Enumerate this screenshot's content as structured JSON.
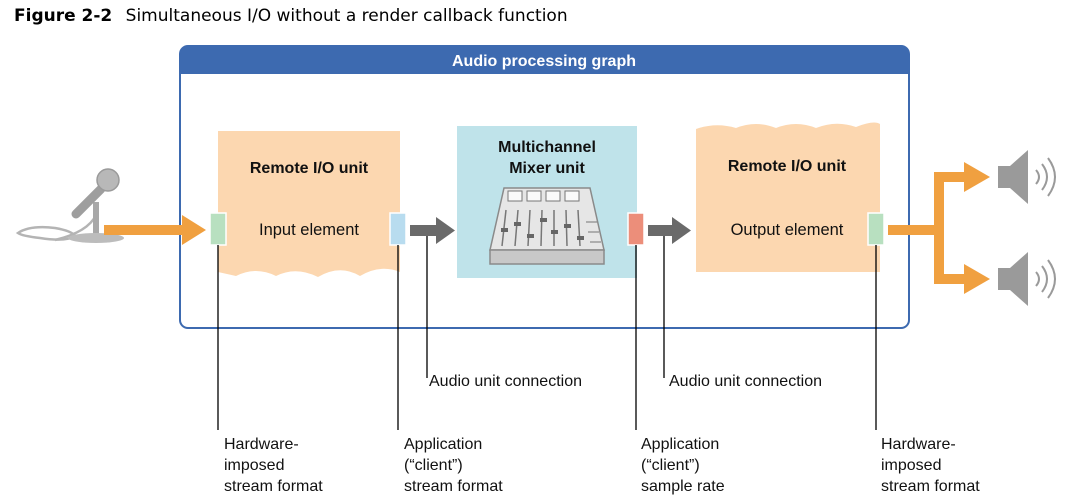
{
  "caption": {
    "figure_number": "Figure 2-2",
    "title": "Simultaneous I/O without a render callback function"
  },
  "graph": {
    "title": "Audio processing graph"
  },
  "input_unit": {
    "title": "Remote I/O unit",
    "element": "Input element"
  },
  "mixer_unit": {
    "title_line1": "Multichannel",
    "title_line2": "Mixer unit"
  },
  "output_unit": {
    "title": "Remote I/O unit",
    "element": "Output element"
  },
  "connections": {
    "first": "Audio unit connection",
    "second": "Audio unit connection"
  },
  "annotations": {
    "hw_in": [
      "Hardware-",
      "imposed",
      "stream format"
    ],
    "client_format": [
      "Application",
      "(“client”)",
      "stream format"
    ],
    "client_rate": [
      "Application",
      "(“client”)",
      "sample rate"
    ],
    "hw_out": [
      "Hardware-",
      "imposed",
      "stream format"
    ]
  },
  "colors": {
    "graph_border": "#3d6ab0",
    "graph_header": "#3d6ab0",
    "unit_fill": "#fcd7b0",
    "mixer_fill": "#bfe3ea",
    "arrow_orange": "#f0a040",
    "arrow_gray": "#6a6a6a",
    "port_green": "#b8e0c0",
    "port_blue": "#b8dcef",
    "port_red": "#ec8e7a"
  },
  "icons": {
    "microphone": "microphone-icon",
    "speaker_top": "speaker-icon",
    "speaker_bottom": "speaker-icon",
    "mixer_console": "mixing-console-icon"
  }
}
